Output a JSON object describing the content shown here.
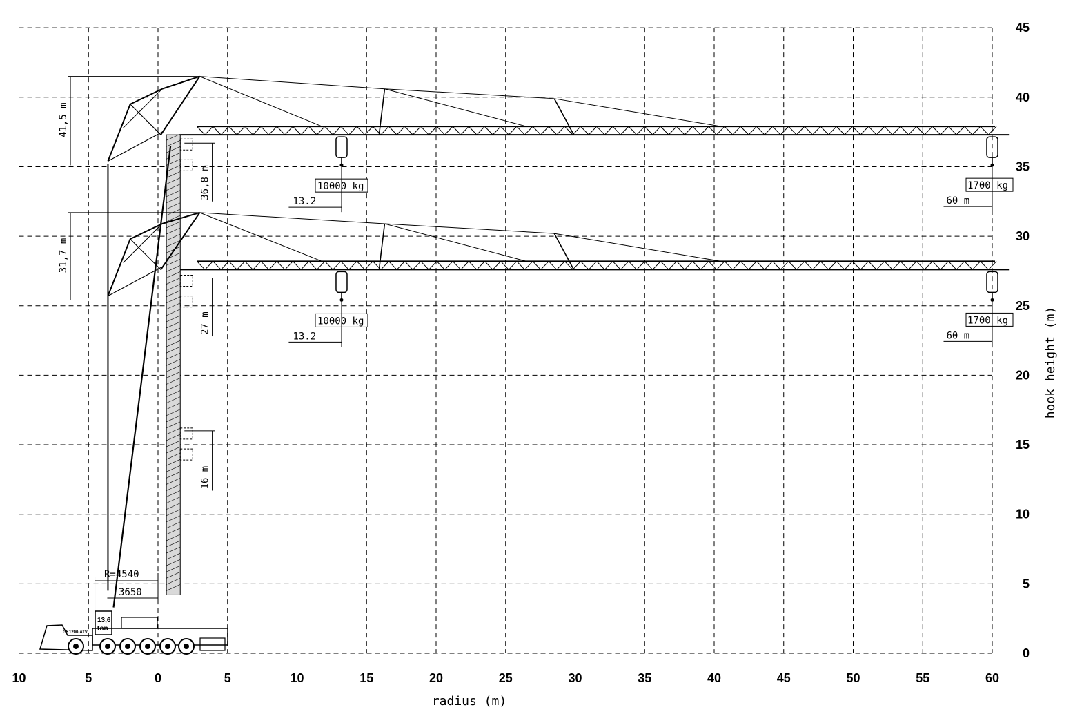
{
  "chart_data": {
    "type": "diagram",
    "x_axis": {
      "label": "radius (m)",
      "ticks": [
        {
          "value": -10,
          "label": "10"
        },
        {
          "value": -5,
          "label": "5"
        },
        {
          "value": 0,
          "label": "0"
        },
        {
          "value": 5,
          "label": "5"
        },
        {
          "value": 10,
          "label": "10"
        },
        {
          "value": 15,
          "label": "15"
        },
        {
          "value": 20,
          "label": "20"
        },
        {
          "value": 25,
          "label": "25"
        },
        {
          "value": 30,
          "label": "30"
        },
        {
          "value": 35,
          "label": "35"
        },
        {
          "value": 40,
          "label": "40"
        },
        {
          "value": 45,
          "label": "45"
        },
        {
          "value": 50,
          "label": "50"
        },
        {
          "value": 55,
          "label": "55"
        },
        {
          "value": 60,
          "label": "60"
        }
      ],
      "range": [
        -10,
        60
      ]
    },
    "y_axis": {
      "label": "hook height (m)",
      "ticks": [
        {
          "value": 0,
          "label": "0"
        },
        {
          "value": 5,
          "label": "5"
        },
        {
          "value": 10,
          "label": "10"
        },
        {
          "value": 15,
          "label": "15"
        },
        {
          "value": 20,
          "label": "20"
        },
        {
          "value": 25,
          "label": "25"
        },
        {
          "value": 30,
          "label": "30"
        },
        {
          "value": 35,
          "label": "35"
        },
        {
          "value": 40,
          "label": "40"
        },
        {
          "value": 45,
          "label": "45"
        }
      ],
      "range": [
        0,
        45
      ]
    },
    "grid": "dashed",
    "configurations": [
      {
        "total_height_label": "41,5 m",
        "total_height": 41.5,
        "hook_height_label": "36,8 m",
        "hook_height": 36.8,
        "jib_height": 37.3,
        "near_load_label": "10000 kg",
        "near_radius_label": "13.2",
        "near_radius": 13.2,
        "far_load_label": "1700 kg",
        "far_radius_label": "60  m",
        "far_radius": 60
      },
      {
        "total_height_label": "31,7 m",
        "total_height": 31.7,
        "hook_height_label": "27 m",
        "hook_height": 27,
        "jib_height": 27.6,
        "near_load_label": "10000 kg",
        "near_radius_label": "13.2",
        "near_radius": 13.2,
        "far_load_label": "1700 kg",
        "far_radius_label": "60  m",
        "far_radius": 60
      }
    ],
    "low_config": {
      "hook_height_label": "16 m",
      "hook_height": 16
    },
    "base": {
      "rear_radius_label": "R=4540",
      "support_radius_label": "3650",
      "counterweight_label_line1": "13,6",
      "counterweight_label_line2": "ton",
      "vehicle_label": "GK1200-ATV"
    }
  }
}
